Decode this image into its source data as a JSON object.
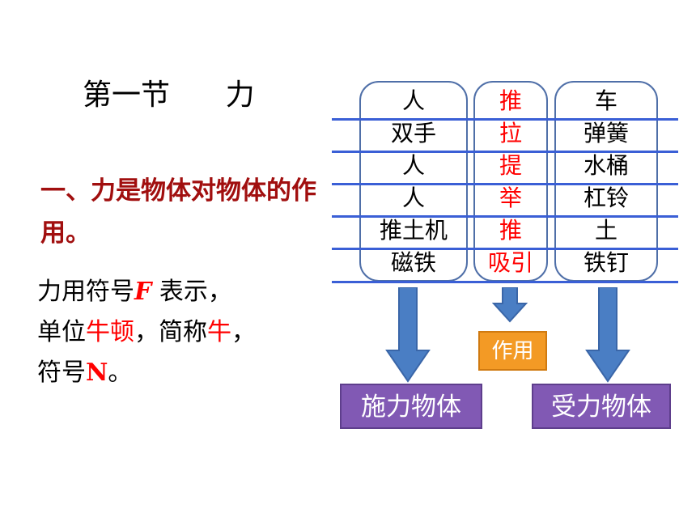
{
  "title": "第一节      力",
  "definition": "一、力是物体对物体的作用。",
  "symbol_text": {
    "line1_prefix": "力用符号",
    "line1_symbol": "F",
    "line1_suffix": " 表示，",
    "line2_prefix": "单位",
    "line2_unit": "牛顿",
    "line2_mid": "，简称",
    "line2_short": "牛",
    "line2_suffix": "，",
    "line3_prefix": "符号",
    "line3_symbol": "N",
    "line3_suffix": "。"
  },
  "table": {
    "rows": [
      {
        "exerter": "人",
        "action": "推",
        "receiver": "车"
      },
      {
        "exerter": "双手",
        "action": "拉",
        "receiver": "弹簧"
      },
      {
        "exerter": "人",
        "action": "提",
        "receiver": "水桶"
      },
      {
        "exerter": "人",
        "action": "举",
        "receiver": "杠铃"
      },
      {
        "exerter": "推土机",
        "action": "推",
        "receiver": "土"
      },
      {
        "exerter": "磁铁",
        "action": "吸引",
        "receiver": "铁钉"
      }
    ]
  },
  "labels": {
    "action": "作用",
    "exerting_object": "施力物体",
    "receiving_object": "受力物体"
  },
  "colors": {
    "definition": "#a10f0f",
    "highlight": "#ff0000",
    "line": "#3a5fd6",
    "arrow": "#4a7ec4",
    "orange_box": "#f39a25",
    "purple_box": "#8159b4"
  }
}
